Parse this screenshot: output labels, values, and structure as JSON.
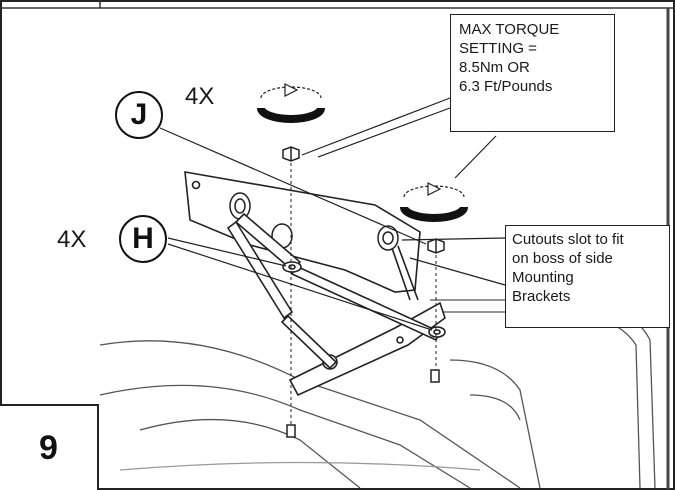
{
  "step": {
    "number": "9"
  },
  "parts": {
    "j": {
      "letter": "J",
      "qty": "4X"
    },
    "h": {
      "letter": "H",
      "qty": "4X"
    }
  },
  "callouts": {
    "torque": {
      "lines": [
        "MAX TORQUE",
        "SETTING =",
        "8.5Nm OR",
        "6.3 Ft/Pounds"
      ]
    },
    "cutouts": {
      "lines": [
        "Cutouts slot to fit",
        "on boss of side",
        "Mounting",
        "Brackets"
      ]
    }
  },
  "icons": {
    "rotation": "clockwise-rotation-arrow-icon",
    "nut": "hex-nut-icon",
    "washer": "washer-icon"
  }
}
